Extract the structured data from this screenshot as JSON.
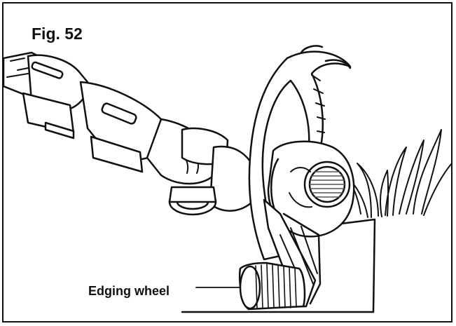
{
  "figure": {
    "title": "Fig. 52",
    "callouts": [
      {
        "label": "Edging wheel",
        "target": "edging-wheel"
      }
    ]
  },
  "colors": {
    "ink": "#111111",
    "paper": "#ffffff",
    "hatch": "#555555"
  }
}
